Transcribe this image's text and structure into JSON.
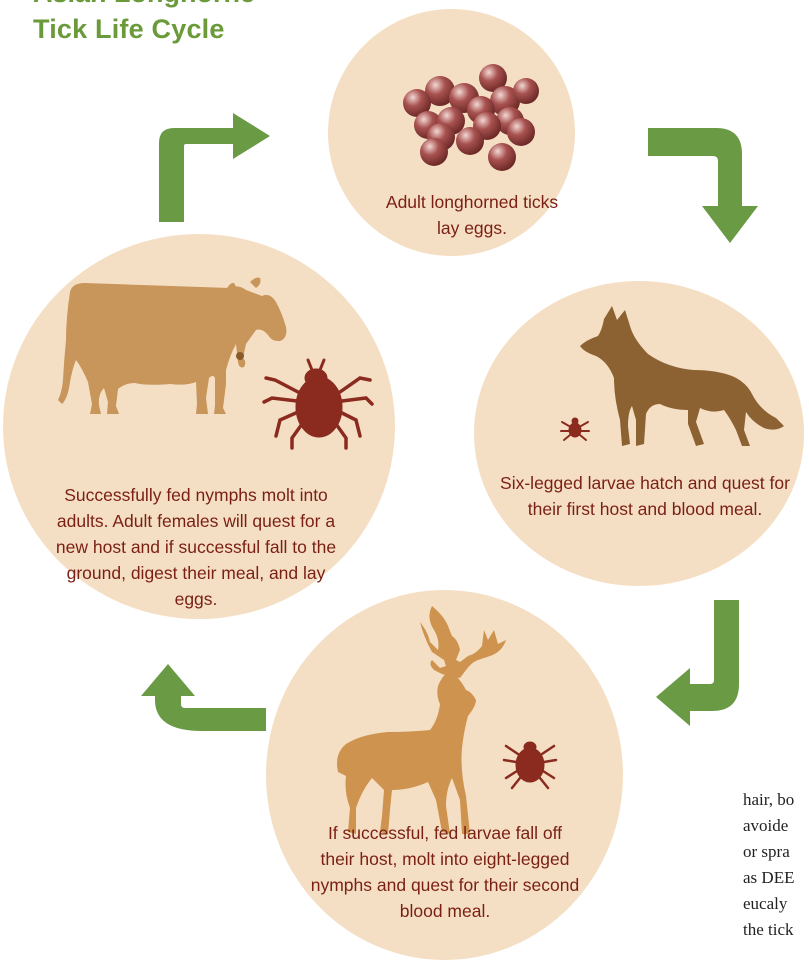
{
  "header": {
    "cropped_title": "Asian Longhorned Tick",
    "title": "Tick Life Cycle"
  },
  "stages": [
    {
      "id": "eggs",
      "text": "Adult longhorned ticks lay eggs."
    },
    {
      "id": "larvae",
      "text": "Six-legged larvae hatch and quest for their first host and blood meal."
    },
    {
      "id": "nymphs",
      "text": "If successful, fed larvae fall off their host, molt into eight-legged nymphs and quest for their second blood meal."
    },
    {
      "id": "adults",
      "text": "Successfully fed nymphs molt into adults. Adult females will quest for a new host and if successful fall to the ground, digest their meal, and lay eggs."
    }
  ],
  "side_text": [
    "hair, bo",
    "avoide",
    "or spra",
    "as DEE",
    "eucaly",
    "the tick"
  ],
  "colors": {
    "title": "#6a9a3a",
    "circle": "#f5dfc4",
    "arrow": "#6b9a45",
    "stage_text": "#7a1f14",
    "tick": "#8b2a1e",
    "cow": "#c8955a",
    "dog": "#8c6232",
    "deer": "#cd934f",
    "egg": "#9a4a48"
  }
}
